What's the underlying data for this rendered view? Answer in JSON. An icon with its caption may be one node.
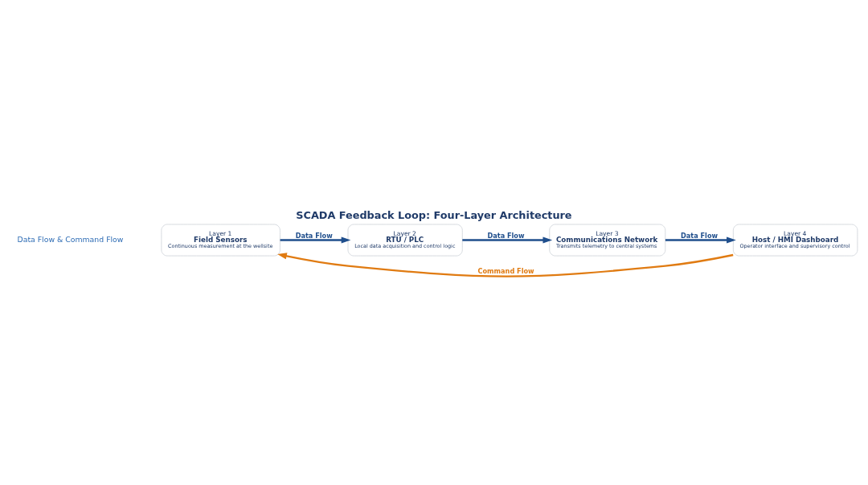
{
  "diagram": {
    "title": "SCADA Feedback Loop: Four-Layer Architecture",
    "nodes": [
      {
        "text": [
          "Layer 1",
          "Field Sensors",
          "Continuous measurement at the wellsite"
        ]
      },
      {
        "text": [
          "Layer 2",
          "RTU / PLC",
          "Local data acquisition and control logic"
        ]
      },
      {
        "text": [
          "Layer 3",
          "Communications Network",
          "Transmits telemetry to central systems"
        ]
      },
      {
        "text": [
          "Layer 4",
          "Host / HMI Dashboard",
          "Operator interface and supervisory control"
        ]
      }
    ],
    "edges": [
      {
        "from": 0,
        "to": 1,
        "arrow": "to",
        "label": "Data Flow"
      },
      {
        "from": 1,
        "to": 2,
        "arrow": "to",
        "label": "Data Flow"
      },
      {
        "from": 2,
        "to": 3,
        "arrow": "to",
        "label": "Data Flow"
      },
      {
        "from": 3,
        "to": 0,
        "arrow": "to",
        "label": "Command Flow",
        "color": "#e07b12"
      }
    ],
    "labels": [
      "Data Flow & Command Flow"
    ]
  }
}
